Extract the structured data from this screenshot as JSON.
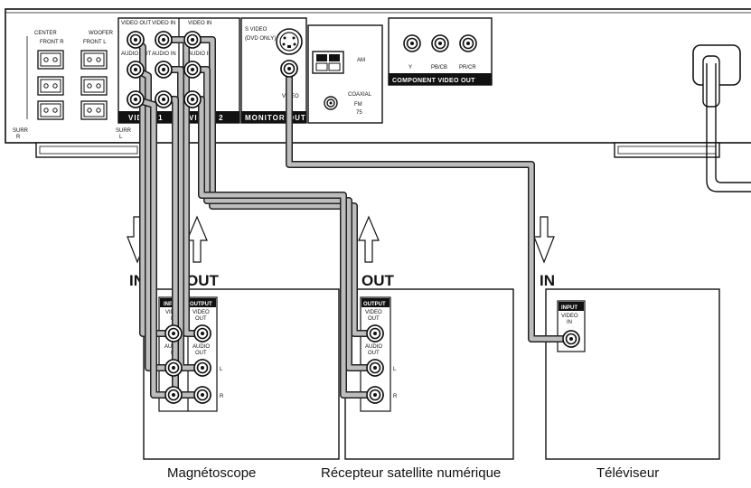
{
  "receiver": {
    "speaker_labels": {
      "center": "CENTER",
      "front_r": "FRONT R",
      "woofer": "WOOFER",
      "front_l": "FRONT L",
      "surr_r": "SURR\nR",
      "surr_l": "SURR\nL"
    },
    "video1_jacks": {
      "video_out": "VIDEO OUT",
      "video_in": "VIDEO IN",
      "audio_out": "AUDIO OUT",
      "audio_in": "AUDIO IN"
    },
    "video2_jacks": {
      "video_in": "VIDEO IN",
      "audio_in": "AUDIO IN"
    },
    "video1_bar": "VIDEO 1",
    "video2_bar": "VIDEO 2",
    "monitor": {
      "s_video": "S VIDEO",
      "dvd_only": "(DVD ONLY)",
      "video": "VIDEO",
      "bar": "MONITOR OUT"
    },
    "antenna": {
      "am": "AM",
      "coaxial": "COAXIAL",
      "fm": "FM",
      "ohm": "75"
    },
    "component": {
      "y": "Y",
      "pb": "PB/CB",
      "pr": "PR/CR",
      "bar": "COMPONENT VIDEO OUT"
    }
  },
  "signal_flow": {
    "in_left": "IN",
    "out_vcr": "OUT",
    "out_sat": "OUT",
    "in_tv": "IN"
  },
  "devices": {
    "vcr": {
      "caption": "Magnétoscope",
      "input_pill": "INPUT",
      "output_pill": "OUTPUT",
      "video_in": "VIDEO\nIN",
      "audio_in": "AUDIO\nIN",
      "video_out": "VIDEO\nOUT",
      "audio_out": "AUDIO\nOUT",
      "l": "L",
      "r": "R"
    },
    "satellite": {
      "caption": "Récepteur satellite numérique",
      "output_pill": "OUTPUT",
      "video_out": "VIDEO\nOUT",
      "audio_out": "AUDIO\nOUT",
      "l": "L",
      "r": "R"
    },
    "tv": {
      "caption": "Téléviseur",
      "input_pill": "INPUT",
      "video_in": "VIDEO\nIN"
    }
  }
}
